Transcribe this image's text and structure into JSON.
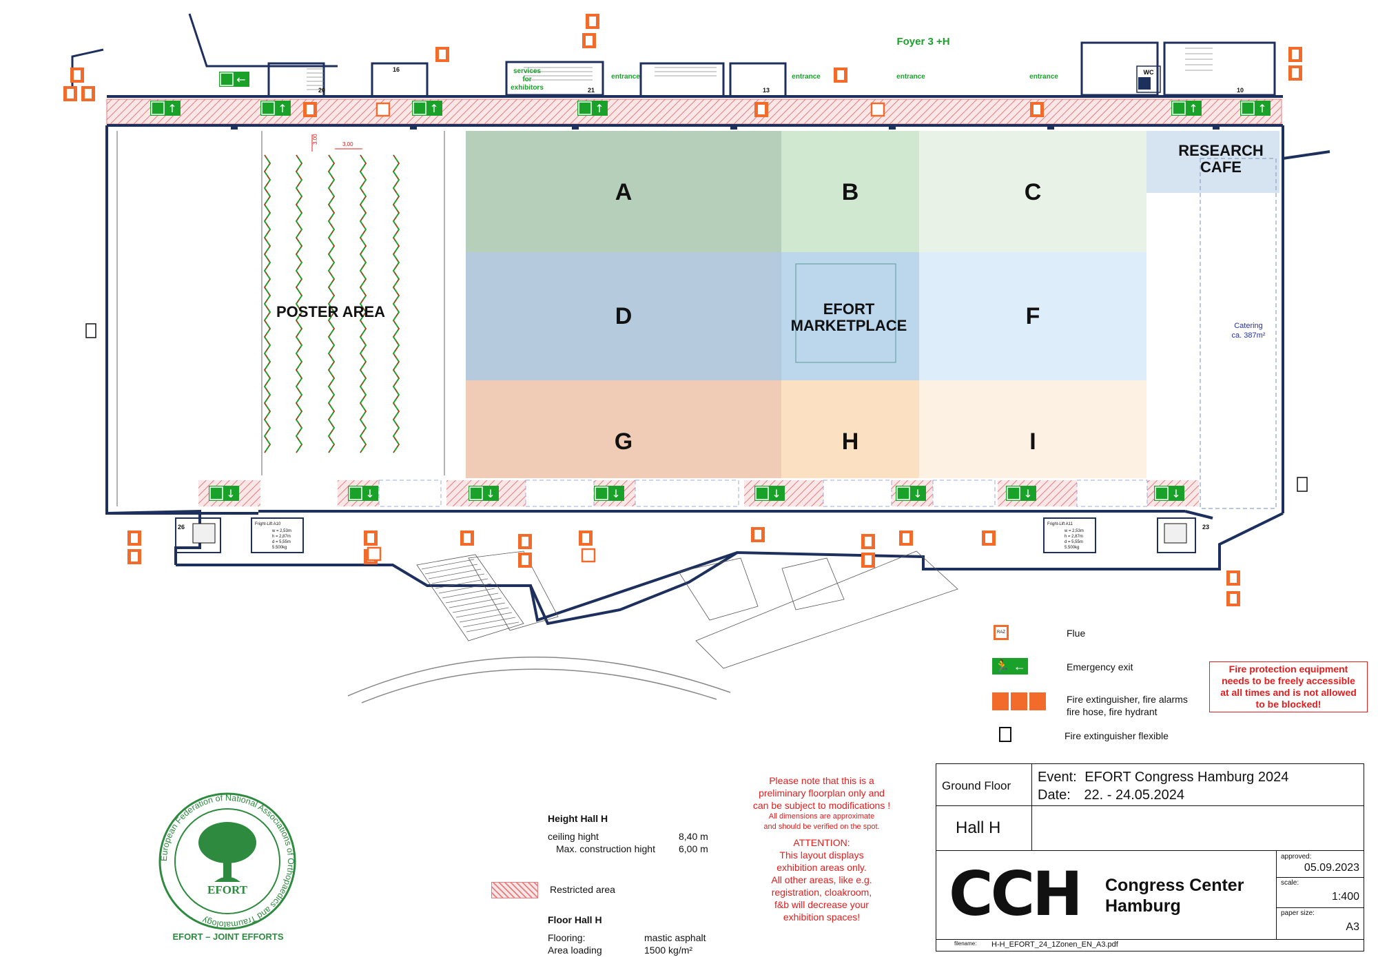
{
  "zones": [
    {
      "label": "A",
      "color": "#b5cfbb"
    },
    {
      "label": "B",
      "color": "#cfe8cf"
    },
    {
      "label": "C",
      "color": "#e8f2e6"
    },
    {
      "label": "D",
      "color": "#b5cbdd"
    },
    {
      "label": "EFORT\nMARKETPLACE",
      "line1": "EFORT",
      "line2": "MARKETPLACE",
      "color": "#bcd6ec"
    },
    {
      "label": "F",
      "color": "#ddeefa"
    },
    {
      "label": "G",
      "color": "#f0ccb6"
    },
    {
      "label": "H",
      "color": "#fbe0c1"
    },
    {
      "label": "I",
      "color": "#fdf1e3"
    }
  ],
  "zone_letters": {
    "a": "A",
    "b": "B",
    "c": "C",
    "d": "D",
    "f": "F",
    "g": "G",
    "h": "H",
    "i": "I"
  },
  "marketplace": {
    "line1": "EFORT",
    "line2": "MARKETPLACE"
  },
  "research_cafe": {
    "line1": "RESEARCH",
    "line2": "CAFE",
    "color": "#d6e4f2"
  },
  "poster_area": "POSTER AREA",
  "catering": {
    "line1": "Catering",
    "line2": "ca. 387m²"
  },
  "foyer": "Foyer 3 +H",
  "entrances": [
    "entrance",
    "entrance",
    "entrance",
    "entrance"
  ],
  "services": {
    "line1": "services",
    "line2": "for",
    "line3": "exhibitors"
  },
  "dimensions": [
    "3.00",
    "3.00"
  ],
  "room_numbers": [
    "16",
    "20",
    "21",
    "13",
    "10",
    "26",
    "23"
  ],
  "wc": "WC",
  "lift_left": {
    "title": "Fright-Lift A10",
    "w": "w = 2,53m",
    "h": "h = 2,87m",
    "d": "d = 5,55m",
    "load": "5.500kg"
  },
  "lift_right": {
    "title": "Fright-Lift A11",
    "w": "w = 2,53m",
    "h": "h = 2,87m",
    "d": "d = 5,55m",
    "load": "5.500kg"
  },
  "raz": "RAZ",
  "legend": {
    "flue": "Flue",
    "emergency_exit": "Emergency exit",
    "fire_line1": "Fire extinguisher, fire alarms",
    "fire_line2": "fire hose, fire hydrant",
    "fire_flexible": "Fire extinguisher flexible",
    "restricted": "Restricted area"
  },
  "fire_warning": {
    "line1": "Fire protection equipment",
    "line2": "needs to be freely accessible",
    "line3": "at all times and is not allowed",
    "line4": "to be blocked!"
  },
  "height": {
    "title": "Height Hall H",
    "ceiling_label": "ceiling hight",
    "ceiling_value": "8,40 m",
    "construction_label": "Max. construction hight",
    "construction_value": "6,00 m"
  },
  "floor": {
    "title": "Floor Hall H",
    "flooring_label": "Flooring:",
    "flooring_value": "mastic asphalt",
    "loading_label": "Area loading",
    "loading_value": "1500 kg/m²"
  },
  "note": {
    "line1": "Please note that this is a",
    "line2": "preliminary floorplan only and",
    "line3": "can be subject to modifications !",
    "line4": "All dimensions are approximate",
    "line5": "and should be verified on the spot.",
    "att0": "ATTENTION:",
    "att1": "This layout displays",
    "att2": "exhibition areas only.",
    "att3": "All other areas, like e.g.",
    "att4": "registration, cloakroom,",
    "att5": "f&b will decrease your",
    "att6": "exhibition spaces!"
  },
  "title_block": {
    "floor": "Ground Floor",
    "event_label": "Event:",
    "event_value": "EFORT Congress Hamburg 2024",
    "date_label": "Date:",
    "date_value": "22. - 24.05.2024",
    "hall": "Hall H",
    "approved_label": "approved:",
    "approved_value": "05.09.2023",
    "scale_label": "scale:",
    "scale_value": "1:400",
    "paper_label": "paper size:",
    "paper_value": "A3",
    "logo_text": "CCH",
    "company_line1": "Congress Center",
    "company_line2": "Hamburg",
    "filename_label": "filename:",
    "filename_value": "H-H_EFORT_24_1Zonen_EN_A3.pdf"
  },
  "efort_logo": {
    "ring_text": "European Federation of National Associations of Orthopaedics and Traumatology",
    "name": "EFORT",
    "slogan": "EFORT – JOINT EFFORTS"
  },
  "colors": {
    "wall": "#1d2f5c",
    "exit_green": "#1aa12a",
    "fire_orange": "#f26b2a",
    "restricted_red": "#e41c1c",
    "note_red": "#e41c1c",
    "efort_green": "#2d8a3e"
  }
}
